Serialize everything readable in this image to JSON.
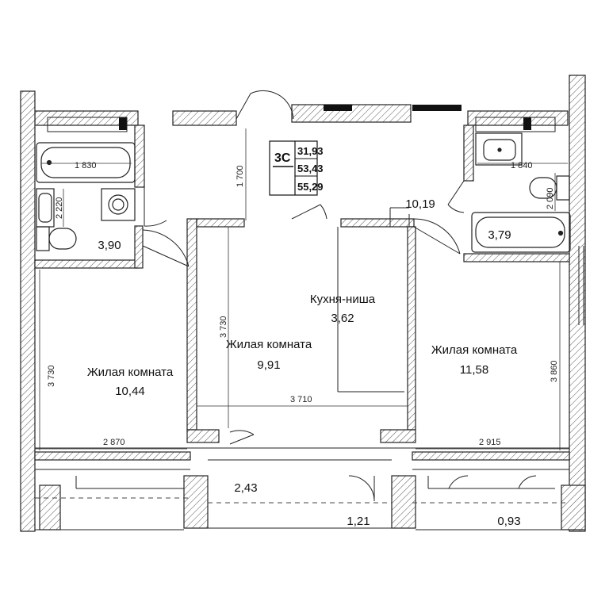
{
  "summary": {
    "type": "3С",
    "living_area": "31,93",
    "total_area": "53,43",
    "total_with_balcony": "55,29"
  },
  "rooms": {
    "bath_left_area": "3,90",
    "bath_right_area": "3,79",
    "hall_area": "10,19",
    "kitchen_name": "Кухня-ниша",
    "kitchen_area": "3,62",
    "living_left_name": "Жилая комната",
    "living_left_area": "10,44",
    "living_mid_name": "Жилая комната",
    "living_mid_area": "9,91",
    "living_right_name": "Жилая комната",
    "living_right_area": "11,58",
    "balcony_left_area": "2,43",
    "balcony_mid_area": "1,21",
    "balcony_right_area": "0,93"
  },
  "dimensions": {
    "bath_left_width": "1 830",
    "bath_left_depth": "2 220",
    "hall_depth": "1 700",
    "bath_right_width": "1 840",
    "bath_right_depth": "2 090",
    "left_room_depth": "3 730",
    "mid_room_depth": "3 730",
    "right_room_depth": "3 860",
    "mid_room_width": "3 710",
    "left_room_width": "2 870",
    "right_room_width": "2 915"
  }
}
